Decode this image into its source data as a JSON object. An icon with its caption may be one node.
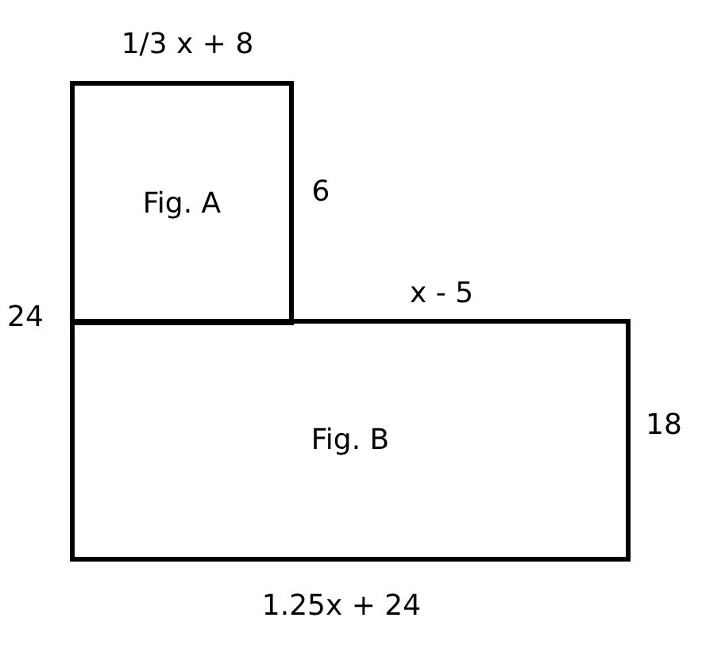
{
  "diagram": {
    "nodes": [
      {
        "text": [
          "Fig. A"
        ]
      },
      {
        "text": [
          "Fig. B"
        ]
      }
    ],
    "labels": [
      "1/3 x + 8",
      "6",
      "24",
      "x - 5",
      "18",
      "1.25x + 24"
    ]
  }
}
